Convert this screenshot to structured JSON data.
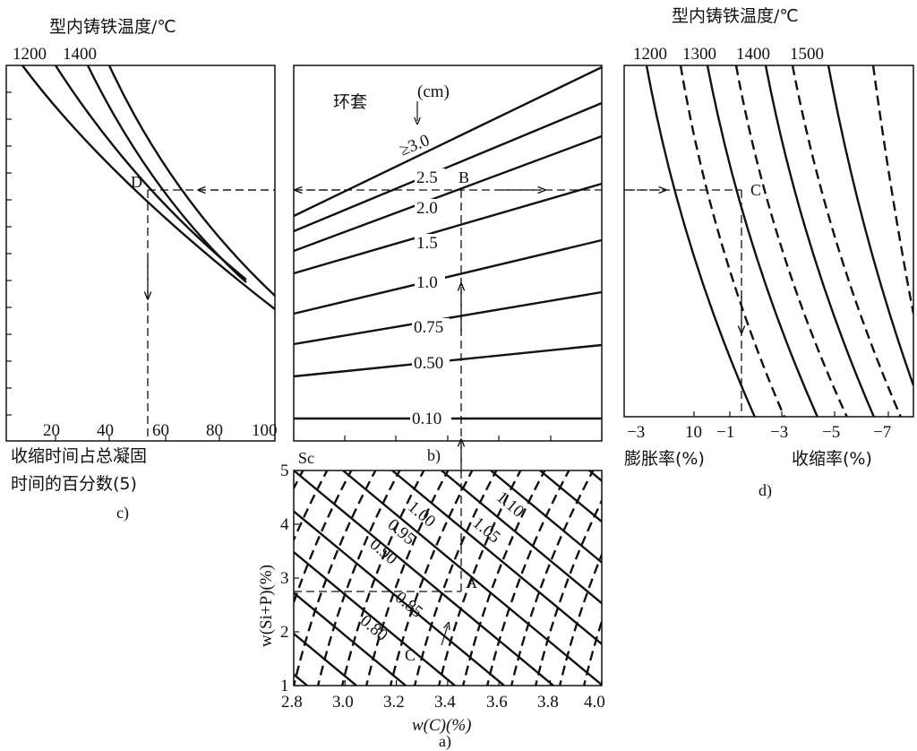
{
  "panel_c": {
    "title": "型内铸铁温度/℃",
    "top_ticks": [
      "1200",
      "1400"
    ],
    "x_ticks": [
      "20",
      "40",
      "60",
      "80",
      "100"
    ],
    "xlabel_line1": "收缩时间占总凝固",
    "xlabel_line2": "时间的百分数(5)",
    "point": "D",
    "caption": "c)"
  },
  "panel_b": {
    "legend_title": "环套",
    "unit": "(cm)",
    "line_labels": [
      "≥3.0",
      "2.5",
      "2.0",
      "1.5",
      "1.0",
      "0.75",
      "0.50",
      "0.10"
    ],
    "point": "B",
    "caption": "b)"
  },
  "panel_a": {
    "corner_label": "Sc",
    "x_ticks": [
      "2.8",
      "3.0",
      "3.2",
      "3.4",
      "3.6",
      "3.8",
      "4.0"
    ],
    "y_ticks": [
      "1",
      "2",
      "3",
      "4",
      "5"
    ],
    "xlabel": "w(C)(%)",
    "ylabel": "w(Si+P)(%)",
    "sc_labels": [
      "0.80",
      "0.85",
      "0.90",
      "0.95",
      "1.00",
      "1.05",
      "1.10"
    ],
    "point_a": "A",
    "point_c": "C",
    "caption": "a)"
  },
  "panel_d": {
    "title": "型内铸铁温度/℃",
    "top_ticks": [
      "1200",
      "1300",
      "1400",
      "1500"
    ],
    "bottom_ticks": [
      "−3",
      "10",
      "−1",
      "−3",
      "−5",
      "−7"
    ],
    "expansion_label": "膨胀率(%)",
    "shrinkage_label": "收缩率(%)",
    "point": "C",
    "caption": "d)"
  }
}
